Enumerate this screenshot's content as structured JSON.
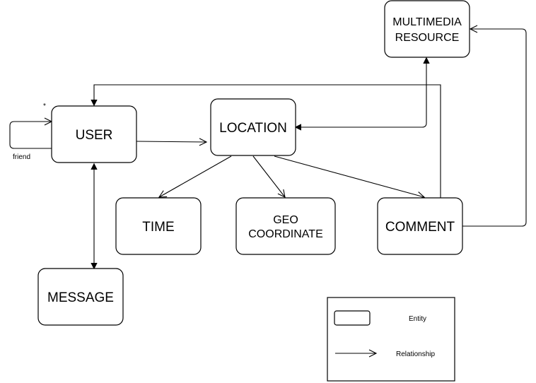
{
  "diagram": {
    "nodes": {
      "user": {
        "lines": [
          "USER"
        ]
      },
      "location": {
        "lines": [
          "LOCATION"
        ]
      },
      "multimedia": {
        "lines": [
          "MULTIMEDIA",
          "RESOURCE"
        ]
      },
      "time": {
        "lines": [
          "TIME"
        ]
      },
      "geo": {
        "lines": [
          "GEO",
          "COORDINATE"
        ]
      },
      "comment": {
        "lines": [
          "COMMENT"
        ]
      },
      "message": {
        "lines": [
          "MESSAGE"
        ]
      }
    },
    "self_loop": {
      "label": "friend",
      "multiplicity": "*"
    },
    "legend": {
      "entity_label": "Entity",
      "relationship_label": "Relationship"
    }
  }
}
